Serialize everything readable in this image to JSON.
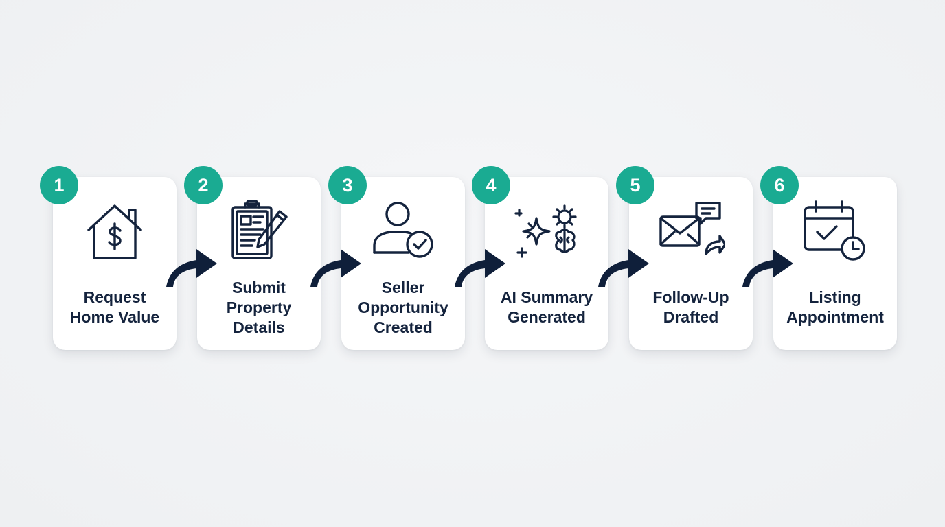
{
  "colors": {
    "background": "#f1f3f5",
    "card": "#ffffff",
    "badge": "#1aab92",
    "ink": "#14233d"
  },
  "steps": [
    {
      "number": "1",
      "label_lines": [
        "Request",
        "Home Value"
      ],
      "icon": "house-dollar-icon"
    },
    {
      "number": "2",
      "label_lines": [
        "Submit",
        "Property",
        "Details"
      ],
      "icon": "clipboard-pencil-icon"
    },
    {
      "number": "3",
      "label_lines": [
        "Seller",
        "Opportunity",
        "Created"
      ],
      "icon": "user-check-icon"
    },
    {
      "number": "4",
      "label_lines": [
        "AI Summary",
        "Generated"
      ],
      "icon": "sparkle-gear-brain-icon"
    },
    {
      "number": "5",
      "label_lines": [
        "Follow-Up",
        "Drafted"
      ],
      "icon": "envelope-chat-forward-icon"
    },
    {
      "number": "6",
      "label_lines": [
        "Listing",
        "Appointment"
      ],
      "icon": "calendar-check-clock-icon"
    }
  ],
  "connectors": [
    {
      "from": "1",
      "to": "2",
      "icon": "curved-arrow-icon"
    },
    {
      "from": "2",
      "to": "3",
      "icon": "curved-arrow-icon"
    },
    {
      "from": "3",
      "to": "4",
      "icon": "curved-arrow-icon"
    },
    {
      "from": "4",
      "to": "5",
      "icon": "curved-arrow-icon"
    },
    {
      "from": "5",
      "to": "6",
      "icon": "curved-arrow-icon"
    }
  ]
}
